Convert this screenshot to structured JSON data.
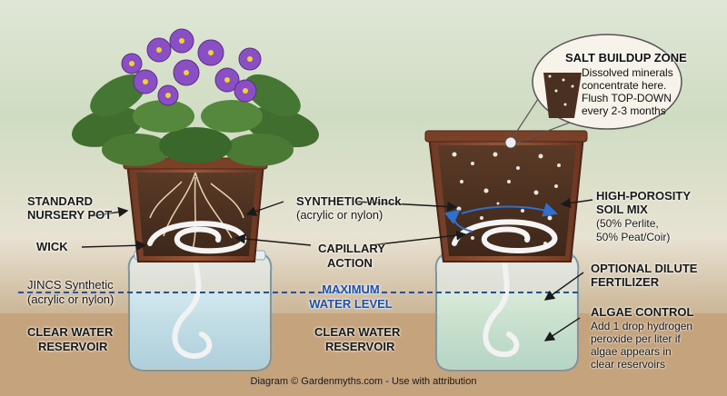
{
  "callout": {
    "title": "SALT BUILDUP ZONE",
    "lines": [
      "Dissolved minerals",
      "concentrate here.",
      "Flush TOP-DOWN",
      "every 2-3 months"
    ]
  },
  "left": {
    "pot_label": [
      "STANDARD",
      "NURSERY POT"
    ],
    "wick_label": "WICK",
    "wick_material": [
      "JINCS Synthetic",
      "(acrylic or nylon)"
    ],
    "reservoir_label": [
      "CLEAR WATER",
      "RESERVOIR"
    ]
  },
  "center": {
    "wick_label": [
      "SYNTHETIC Winck",
      "(acrylic or nylon)"
    ],
    "capillary_label": [
      "CAPILLARY",
      "ACTION"
    ],
    "water_level_label": [
      "MAXIMUM",
      "WATER LEVEL"
    ],
    "reservoir_label": [
      "CLEAR WATER",
      "RESERVOIR"
    ]
  },
  "right": {
    "soil_title": [
      "HIGH-POROSITY",
      "SOIL MIX"
    ],
    "soil_detail": [
      "(50% Perlite,",
      "50% Peat/Coir)"
    ],
    "fertilizer_label": [
      "OPTIONAL DILUTE",
      "FERTILIZER"
    ],
    "algae_title": "ALGAE CONTROL",
    "algae_lines": [
      "Add 1 drop hydrogen",
      "peroxide per liter if",
      "algae appears in",
      "clear reservoirs"
    ]
  },
  "credit": "Diagram © Gardenmyths.com - Use with attribution",
  "colors": {
    "water_level_line": "#1f4fa8",
    "pot": "#8a4a30",
    "water": "#bfe0ec",
    "flower": "#8a4fc2",
    "leaf": "#3f6e2e"
  },
  "icons": [
    "african-violet-plant",
    "arrow-icon",
    "magnifier-callout"
  ]
}
